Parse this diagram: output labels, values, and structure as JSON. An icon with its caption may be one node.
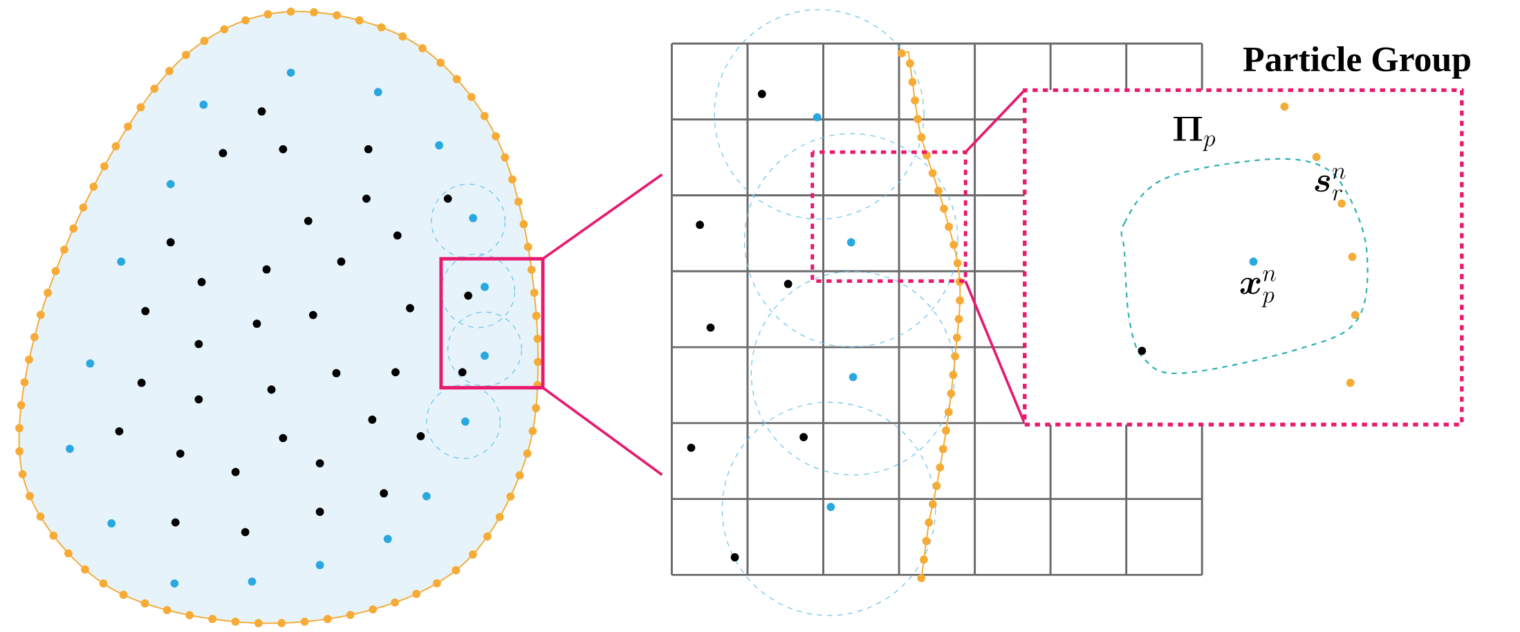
{
  "diagram": {
    "nodes": [
      {
        "text": [
          "Particle Group"
        ]
      }
    ],
    "labels": [
      "\\boldsymbol{\\Pi}_p",
      "\\boldsymbol{s}_r^n",
      "\\boldsymbol{x}_p^n"
    ]
  }
}
